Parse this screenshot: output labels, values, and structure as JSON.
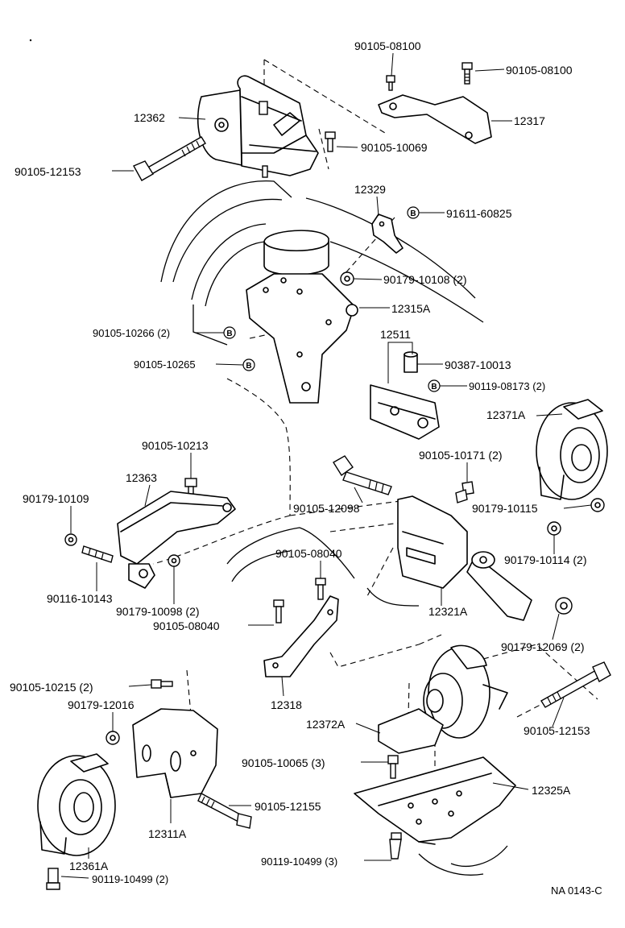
{
  "labels": {
    "p12362": "12362",
    "p90105_08100_a": "90105-08100",
    "p90105_08100_b": "90105-08100",
    "p12317": "12317",
    "p90105_10069": "90105-10069",
    "p90105_12153_a": "90105-12153",
    "p12329": "12329",
    "p91611_60825": "91611-60825",
    "p90179_10108": "90179-10108 (2)",
    "p12315A": "12315A",
    "p90105_10266": "90105-10266 (2)",
    "p90105_10265": "90105-10265",
    "p12511": "12511",
    "p90387_10013": "90387-10013",
    "p90119_08173": "90119-08173 (2)",
    "p12371A": "12371A",
    "p90105_10213": "90105-10213",
    "p12363": "12363",
    "p90179_10109": "90179-10109",
    "p90105_10171": "90105-10171 (2)",
    "p90105_12098": "90105-12098",
    "p90179_10115": "90179-10115",
    "p90179_10114": "90179-10114 (2)",
    "p90116_10143": "90116-10143",
    "p90105_08040_a": "90105-08040",
    "p90179_10098": "90179-10098 (2)",
    "p90105_08040_b": "90105-08040",
    "p12321A": "12321A",
    "p90179_12069": "90179-12069 (2)",
    "p90105_10215": "90105-10215 (2)",
    "p12318": "12318",
    "p90179_12016": "90179-12016",
    "p12372A": "12372A",
    "p90105_12153_b": "90105-12153",
    "p90105_10065": "90105-10065 (3)",
    "p12325A": "12325A",
    "p90105_12155": "90105-12155",
    "p12311A": "12311A",
    "p90119_10499_a": "90119-10499 (3)",
    "p12361A": "12361A",
    "p90119_10499_b": "90119-10499 (2)",
    "figure_code": "NA 0143-C",
    "b_marker": "B"
  },
  "icons": {
    "bolt": "bolt-icon",
    "nut": "nut-icon",
    "b_marker": "b-circle-marker-icon"
  }
}
